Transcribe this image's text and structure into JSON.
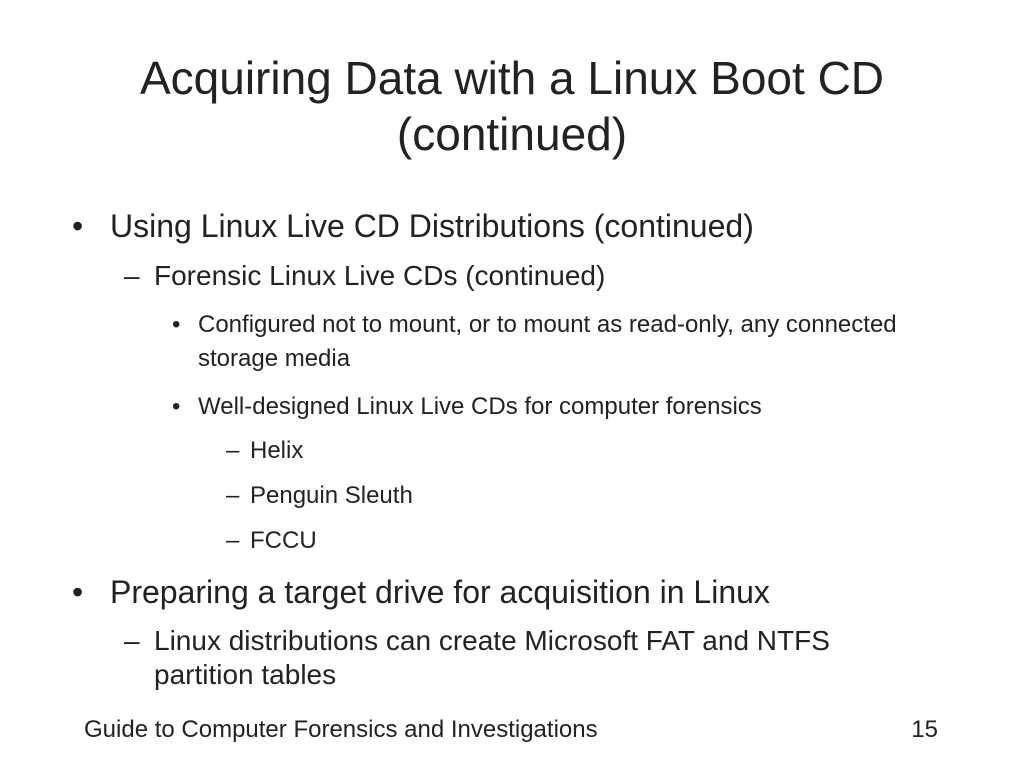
{
  "title": {
    "line1": "Acquiring Data with a Linux Boot CD",
    "line2": "(continued)"
  },
  "content": {
    "b1": {
      "marker": "•",
      "text": "Using Linux Live CD Distributions (continued)"
    },
    "b1_1": {
      "marker": "–",
      "text": "Forensic Linux Live CDs (continued)"
    },
    "b1_1_1": {
      "marker": "•",
      "text": "Configured not to mount, or to mount as read-only, any connected storage media"
    },
    "b1_1_2": {
      "marker": "•",
      "text": "Well-designed Linux Live CDs for computer forensics"
    },
    "b1_1_2_1": {
      "marker": "–",
      "text": "Helix"
    },
    "b1_1_2_2": {
      "marker": "–",
      "text": "Penguin Sleuth"
    },
    "b1_1_2_3": {
      "marker": "–",
      "text": "FCCU"
    },
    "b2": {
      "marker": "•",
      "text": "Preparing a target drive for acquisition in Linux"
    },
    "b2_1": {
      "marker": "–",
      "text": "Linux distributions can create Microsoft FAT and NTFS partition tables"
    }
  },
  "footer": {
    "source": "Guide to Computer Forensics and Investigations",
    "page_number": "15"
  }
}
